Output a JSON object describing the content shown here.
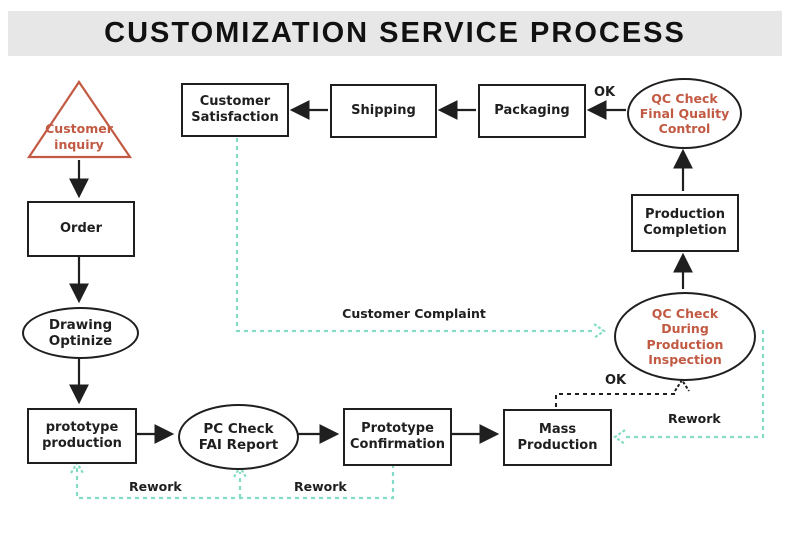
{
  "title": "CUSTOMIZATION SERVICE PROCESS",
  "colors": {
    "line": "#1f1f1f",
    "accent_red": "#c25a43",
    "teal_dashed": "#85dcc6",
    "banner_bg": "#e7e7e7"
  },
  "nodes": {
    "customer_inquiry": {
      "label": "Customer\ninquiry",
      "shape": "triangle"
    },
    "order": {
      "label": "Order",
      "shape": "rect"
    },
    "drawing_optinize": {
      "label": "Drawing\nOptinize",
      "shape": "ellipse"
    },
    "prototype_production": {
      "label": "prototype\nproduction",
      "shape": "rect"
    },
    "pc_check_fai_report": {
      "label": "PC Check\nFAI Report",
      "shape": "ellipse"
    },
    "prototype_confirmation": {
      "label": "Prototype\nConfirmation",
      "shape": "rect"
    },
    "mass_production": {
      "label": "Mass\nProduction",
      "shape": "rect"
    },
    "qc_check_during": {
      "label": "QC Check\nDuring\nProduction\nInspection",
      "shape": "ellipse"
    },
    "production_completion": {
      "label": "Production\nCompletion",
      "shape": "rect"
    },
    "qc_check_final": {
      "label": "QC Check\nFinal Quality\nControl",
      "shape": "ellipse"
    },
    "packaging": {
      "label": "Packaging",
      "shape": "rect"
    },
    "shipping": {
      "label": "Shipping",
      "shape": "rect"
    },
    "customer_satisfaction": {
      "label": "Customer\nSatisfaction",
      "shape": "rect"
    }
  },
  "edge_labels": {
    "ok_top": "OK",
    "ok_mid": "OK",
    "customer_complaint": "Customer Complaint",
    "rework_left_1": "Rework",
    "rework_left_2": "Rework",
    "rework_right": "Rework"
  }
}
